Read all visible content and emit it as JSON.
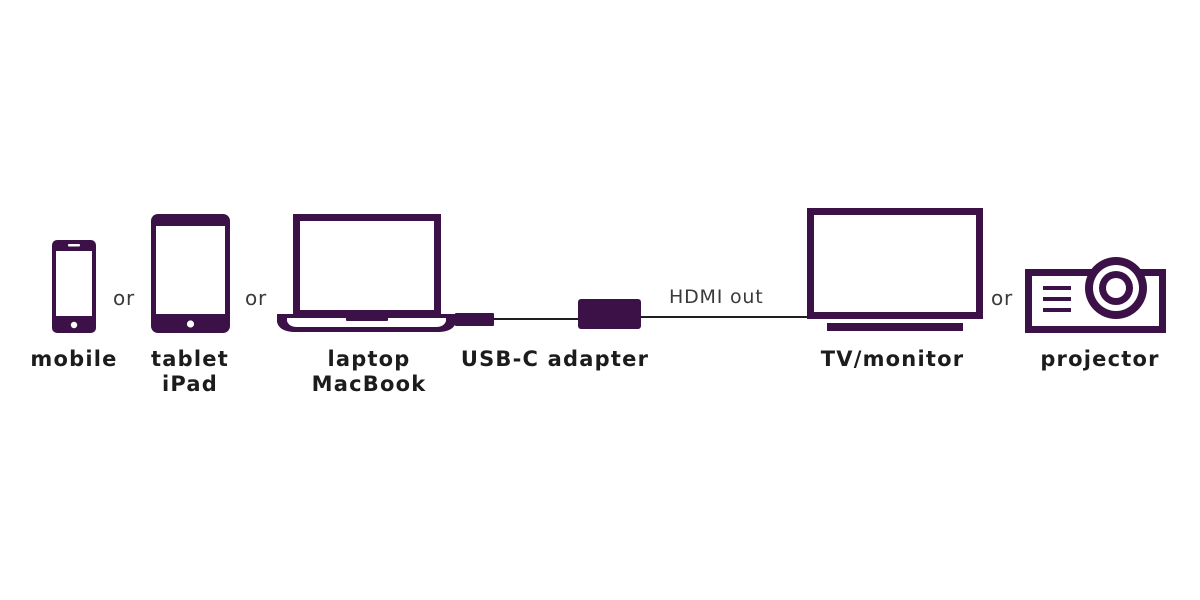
{
  "colors": {
    "device": "#3b1147",
    "cable": "#1f1f1f",
    "label": "#1c1c1c",
    "separator": "#3a3a3a"
  },
  "separator": "or",
  "devices": {
    "mobile": {
      "label": "mobile",
      "icon": "smartphone-icon"
    },
    "tablet": {
      "label_line1": "tablet",
      "label_line2": "iPad",
      "icon": "tablet-icon"
    },
    "laptop": {
      "label_line1": "laptop",
      "label_line2": "MacBook",
      "icon": "laptop-icon"
    },
    "adapter": {
      "label": "USB-C adapter",
      "icon": "usb-c-adapter-icon"
    },
    "tv": {
      "label": "TV/monitor",
      "icon": "tv-monitor-icon"
    },
    "projector": {
      "label": "projector",
      "icon": "projector-icon"
    }
  },
  "connection": {
    "label": "HDMI out"
  }
}
